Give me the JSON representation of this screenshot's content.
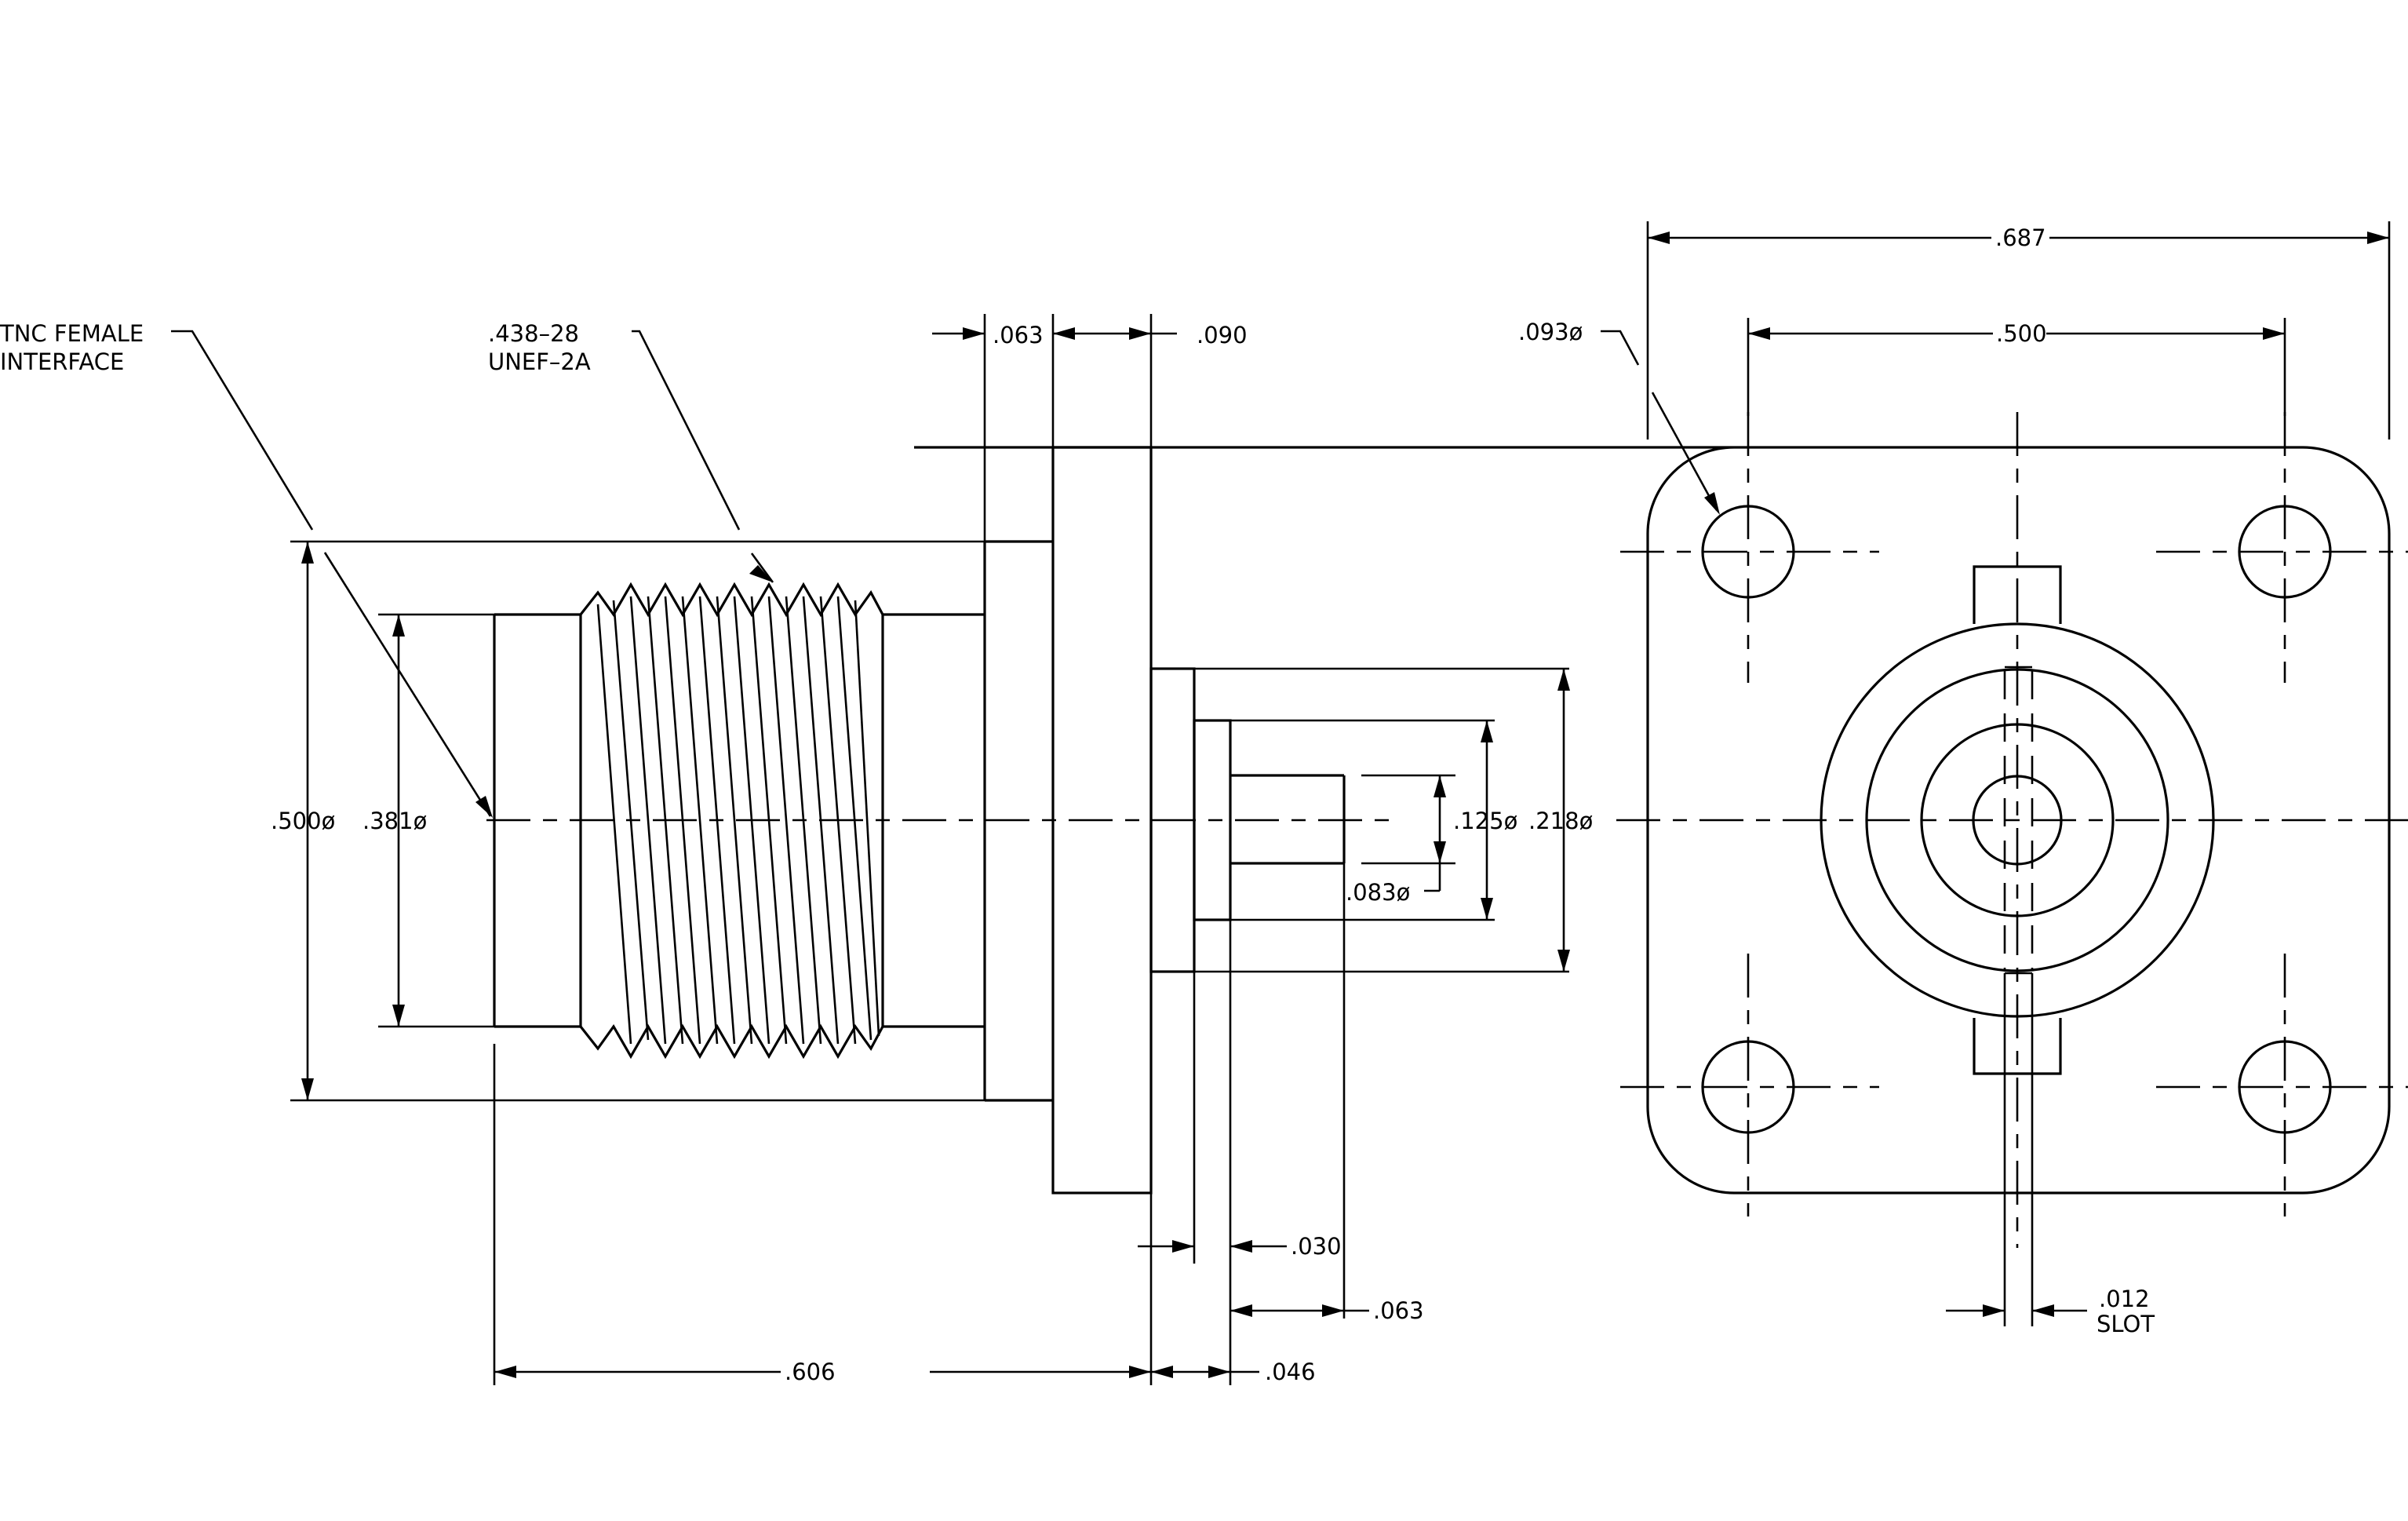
{
  "side_view": {
    "labels": {
      "interface_line1": "TNC FEMALE",
      "interface_line2": "INTERFACE",
      "thread_line1": ".438–28",
      "thread_line2": "UNEF–2A"
    },
    "dimensions": {
      "outer_dia": ".500ø",
      "inner_dia": ".381ø",
      "flange_step": ".063",
      "flange_thk": ".090",
      "pin_dia": ".125ø",
      "body_dia": ".218ø",
      "tip_dia": ".083ø",
      "d030": ".030",
      "d063": ".063",
      "overall": ".606",
      "d046": ".046"
    }
  },
  "front_view": {
    "dimensions": {
      "width": ".687",
      "hole_spacing": ".500",
      "hole_dia": ".093ø",
      "slot_line1": ".012",
      "slot_line2": "SLOT"
    }
  }
}
